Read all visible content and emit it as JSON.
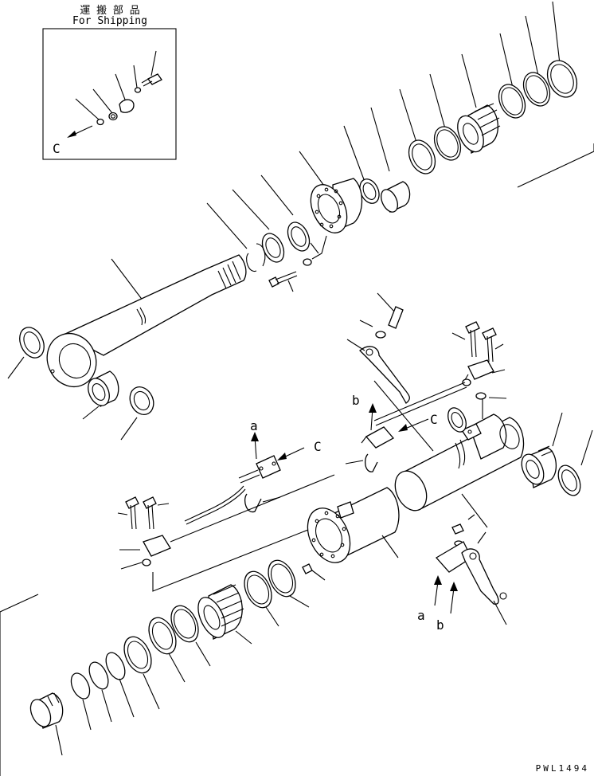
{
  "inset": {
    "title_jp": "運 搬 部 品",
    "title_en": "For Shipping",
    "arrow_label": "C"
  },
  "labels": {
    "c_upper": "C",
    "c_middle": "C",
    "a_upper": "a",
    "b_upper": "b",
    "a_lower": "a",
    "b_lower": "b"
  },
  "drawing_code": "PWL1494"
}
